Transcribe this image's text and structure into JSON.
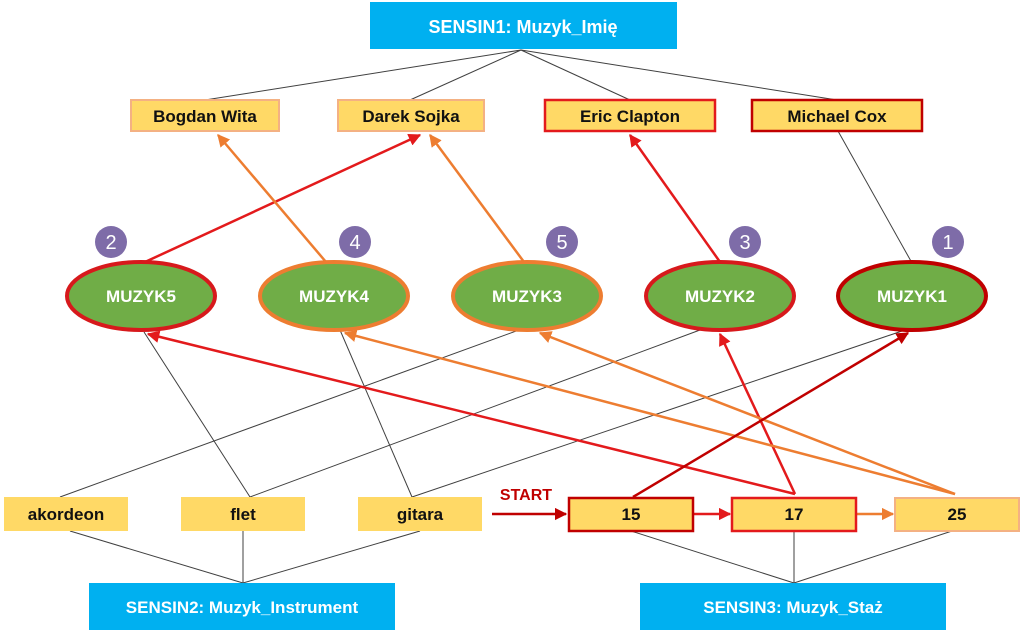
{
  "colors": {
    "sensin": "#00b0f0",
    "value_fill": "#ffd966",
    "value_border_orange": "#f4b183",
    "value_border_red": "#e31a1c",
    "neuron_fill": "#70ad47",
    "neuron_border_red": "#d7191c",
    "neuron_border_orange": "#ed7d31",
    "neuron_border_dark": "#c00000",
    "badge": "#7e6ca8",
    "arrow_red": "#e31a1c",
    "arrow_orange": "#ed7d31",
    "arrow_dark": "#c00000",
    "line_gray": "#404040"
  },
  "sensins": {
    "imie": "SENSIN1: Muzyk_Imię",
    "instrument": "SENSIN2: Muzyk_Instrument",
    "staz": "SENSIN3: Muzyk_Staż"
  },
  "names": {
    "bogdan": "Bogdan Wita",
    "darek": "Darek Sojka",
    "eric": "Eric Clapton",
    "michael": "Michael Cox"
  },
  "neurons": {
    "m5": "MUZYK5",
    "m4": "MUZYK4",
    "m3": "MUZYK3",
    "m2": "MUZYK2",
    "m1": "MUZYK1"
  },
  "badges": {
    "m5": "2",
    "m4": "4",
    "m3": "5",
    "m2": "3",
    "m1": "1"
  },
  "instruments": {
    "akordeon": "akordeon",
    "flet": "flet",
    "gitara": "gitara"
  },
  "staz_values": {
    "v15": "15",
    "v17": "17",
    "v25": "25"
  },
  "start_label": "START"
}
